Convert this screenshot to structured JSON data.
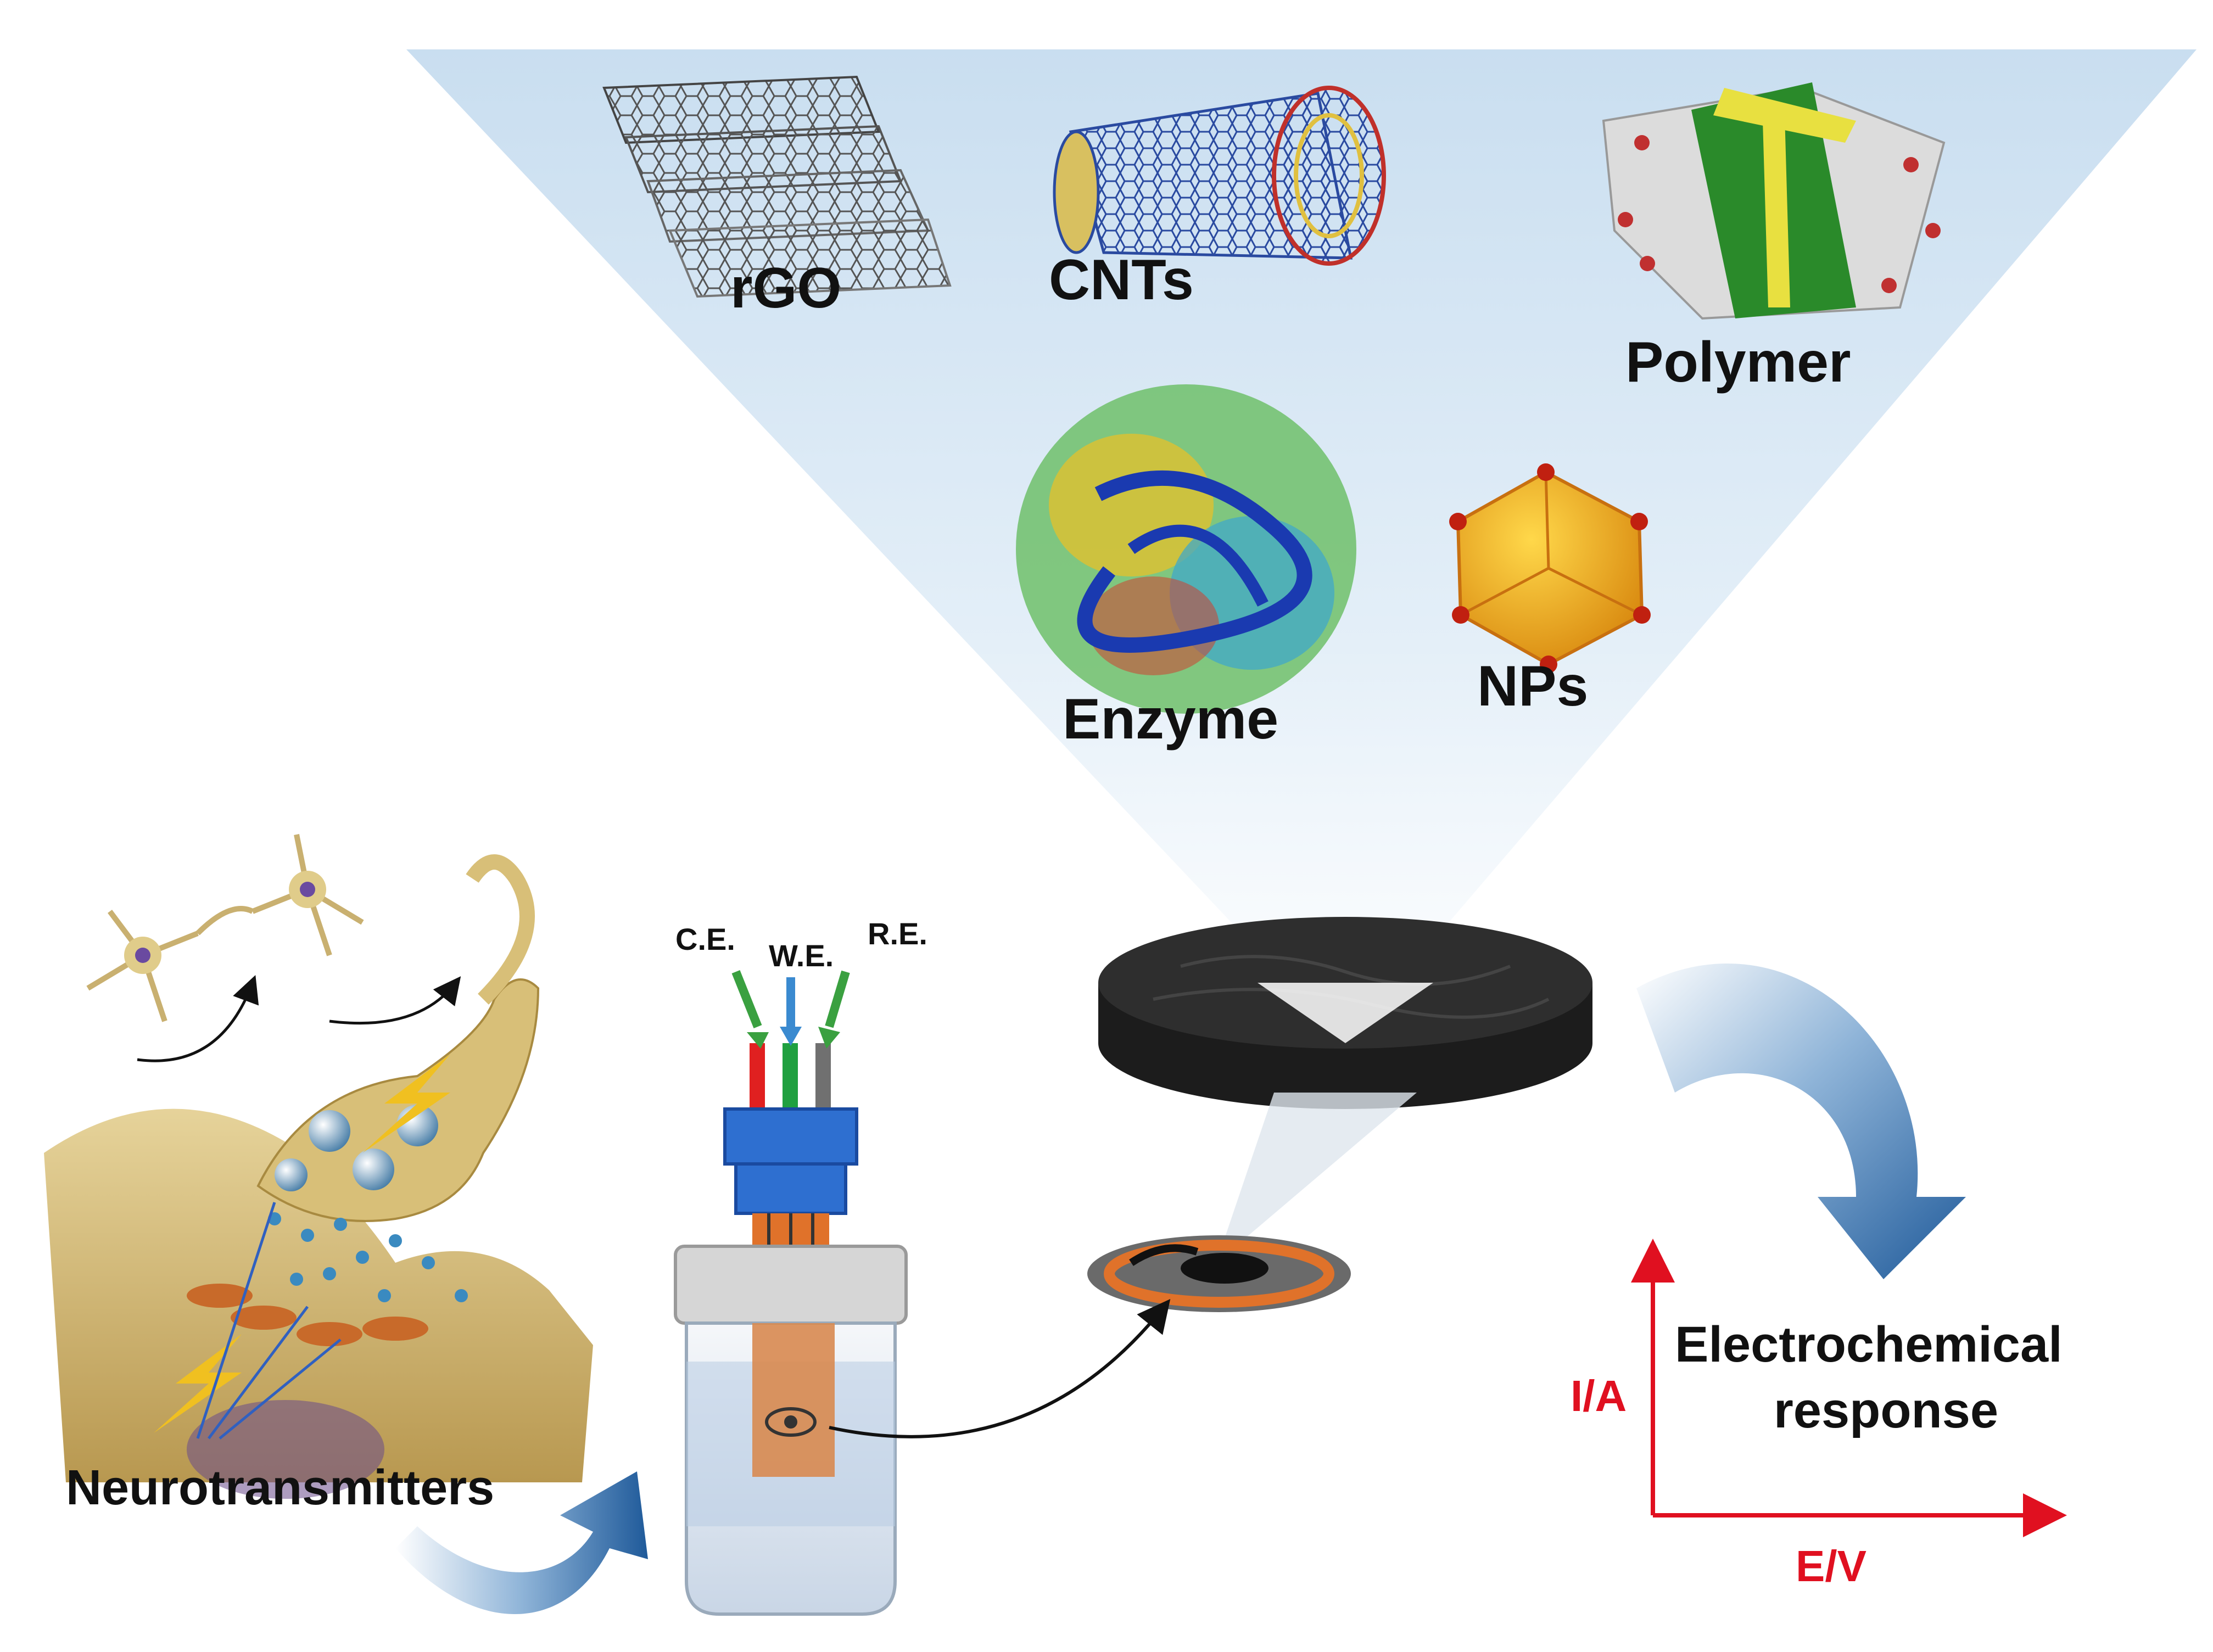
{
  "materials": {
    "rgo": "rGO",
    "cnts": "CNTs",
    "polymer": "Polymer",
    "enzyme": "Enzyme",
    "nps": "NPs"
  },
  "neuro": {
    "label": "Neurotransmitters"
  },
  "electrodes": {
    "ce": "C.E.",
    "we": "W.E.",
    "re": "R.E."
  },
  "graph": {
    "title_line1": "Electrochemical",
    "title_line2": "response",
    "y_axis": "I/A",
    "x_axis": "E/V"
  },
  "colors": {
    "axis_red": "#e01020",
    "arrow_blue": "#2f6fb0",
    "cone_blue": "#cfe3f3",
    "disk_dark": "#2a2a2a",
    "cap_blue": "#2e6fd0",
    "electrode_orange": "#e0722a",
    "wire_red": "#e02020",
    "wire_green": "#20a040",
    "wire_gray": "#707070"
  }
}
